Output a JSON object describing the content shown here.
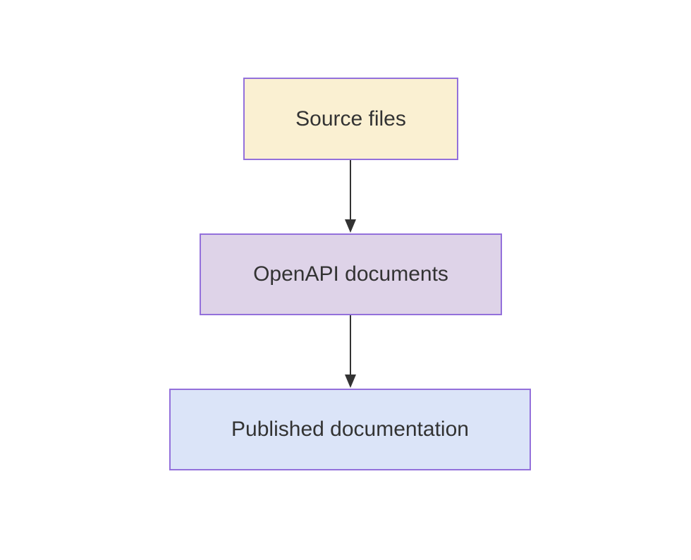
{
  "diagram": {
    "type": "flowchart",
    "direction": "top-down",
    "background_color": "#ffffff",
    "text_color": "#333333",
    "arrow_color": "#333333",
    "node_border_color": "#9370db",
    "nodes": [
      {
        "label": "Source files",
        "fill": "#faf0d2"
      },
      {
        "label": "OpenAPI documents",
        "fill": "#ded3e8"
      },
      {
        "label": "Published documentation",
        "fill": "#dbe4f8"
      }
    ],
    "edges": [
      {
        "from": "Source files",
        "to": "OpenAPI documents"
      },
      {
        "from": "OpenAPI documents",
        "to": "Published documentation"
      }
    ]
  }
}
